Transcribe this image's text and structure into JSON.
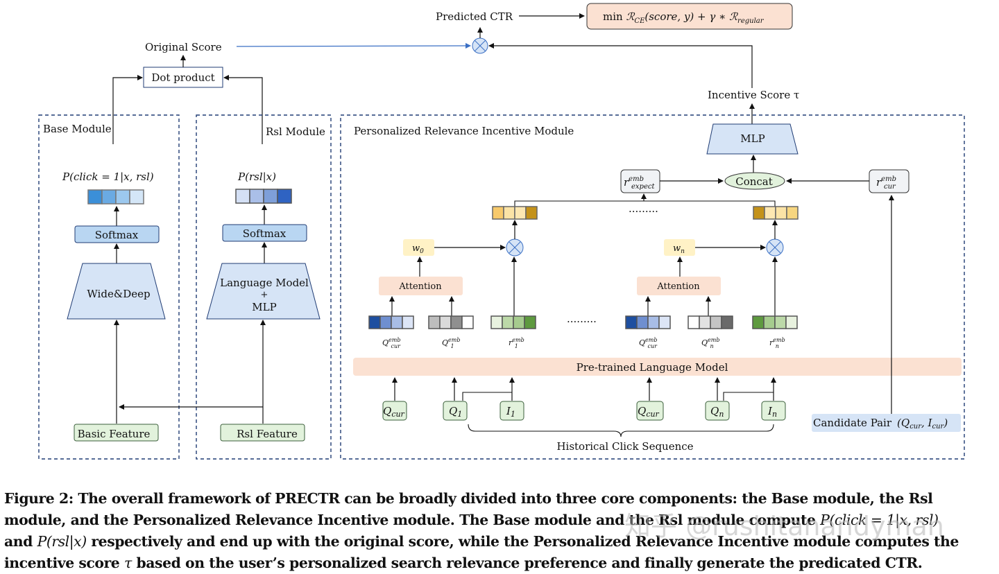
{
  "top": {
    "predicted_ctr": "Predicted CTR",
    "loss_formula": "min ℛ_CE(score, y) + γ * ℛ_regular",
    "original_score": "Original Score",
    "dot_product": "Dot product",
    "incentive_score": "Incentive Score τ"
  },
  "base_module": {
    "title": "Base Module",
    "prob_label": "P(click = 1|x, rsl)",
    "softmax": "Softmax",
    "model": "Wide&Deep",
    "feature": "Basic Feature",
    "vector_colors": [
      "#3b8fd8",
      "#6aaae3",
      "#9cc8ee",
      "#d4e6f7"
    ]
  },
  "rsl_module": {
    "title": "Rsl Module",
    "prob_label": "P(rsl|x)",
    "softmax": "Softmax",
    "model_line1": "Language Model",
    "model_line2": "+",
    "model_line3": "MLP",
    "feature": "Rsl Feature",
    "vector_colors": [
      "#d4e0f5",
      "#aabfe8",
      "#7e9fd9",
      "#2f63c2"
    ]
  },
  "pri_module": {
    "title": "Personalized Relevance Incentive Module",
    "mlp": "MLP",
    "concat": "Concat",
    "r_expect": "r_expect^emb",
    "r_cur": "r_cur^emb",
    "dots_top": "·········",
    "dots_mid": "·········",
    "w0": "w_0",
    "wn": "w_n",
    "attention_left": "Attention",
    "attention_right": "Attention",
    "plm": "Pre-trained Language Model",
    "emb_labels": [
      "Q_cur^emb",
      "Q_1^emb",
      "r_1^emb",
      "Q_cur^emb",
      "Q_n^emb",
      "r_n^emb"
    ],
    "inputs": [
      "Q_cur",
      "Q_1",
      "I_1",
      "Q_cur",
      "Q_n",
      "I_n"
    ],
    "historical": "Historical Click Sequence",
    "candidate_pair": "Candidate Pair",
    "candidate_pair_math": "(Q_cur, I_cur)",
    "vec_qcur_colors": [
      "#1e4fa0",
      "#6f8fd0",
      "#a8bde6",
      "#dce5f6"
    ],
    "vec_q1_colors": [
      "#bdbdbd",
      "#dadada",
      "#8f8f8f",
      "#ffffff"
    ],
    "vec_r1_colors": [
      "#e8f2df",
      "#bcd9a8",
      "#a6cc8e",
      "#5e9a3f"
    ],
    "vec_qn_colors": [
      "#ffffff",
      "#e2e2e2",
      "#c4c4c4",
      "#6a6a6a"
    ],
    "vec_rn_colors": [
      "#5e9a3f",
      "#a6cc8e",
      "#bcd9a8",
      "#e8f2df"
    ],
    "vec_out_left": [
      "#f7c96b",
      "#fbe3a6",
      "#fde7b2",
      "#c4921a"
    ],
    "vec_out_right": [
      "#c4921a",
      "#fde7b2",
      "#fbe3a6",
      "#f7d680"
    ]
  },
  "caption": {
    "l1": "Figure 2: The overall framework of PRECTR can be broadly divided into three core components: the Base module, the Rsl",
    "l2a": "module, and the Personalized Relevance Incentive module. The Base module and the Rsl module compute ",
    "l2m": "P(click = 1|x, rsl)",
    "l3a": "and ",
    "l3m": "P(rsl|x)",
    "l3b": " respectively and end up with the original score, while the Personalized Relevance Incentive module computes the",
    "l4a": "incentive score ",
    "l4m": "τ",
    "l4b": " based on the user’s personalized search relevance preference and finally generate the predicated CTR."
  },
  "watermark": "知乎 @rushitanandyman",
  "colors": {
    "dash_border": "#1f3b73",
    "light_blue": "#d6e4f6",
    "softmax_blue": "#b9d6f2",
    "green": "#e2f2dc",
    "peach": "#fbe1d2",
    "yellow": "#fff2c6",
    "gray_box": "#f1f3f6",
    "blue_arrow": "#3a6fc4"
  }
}
